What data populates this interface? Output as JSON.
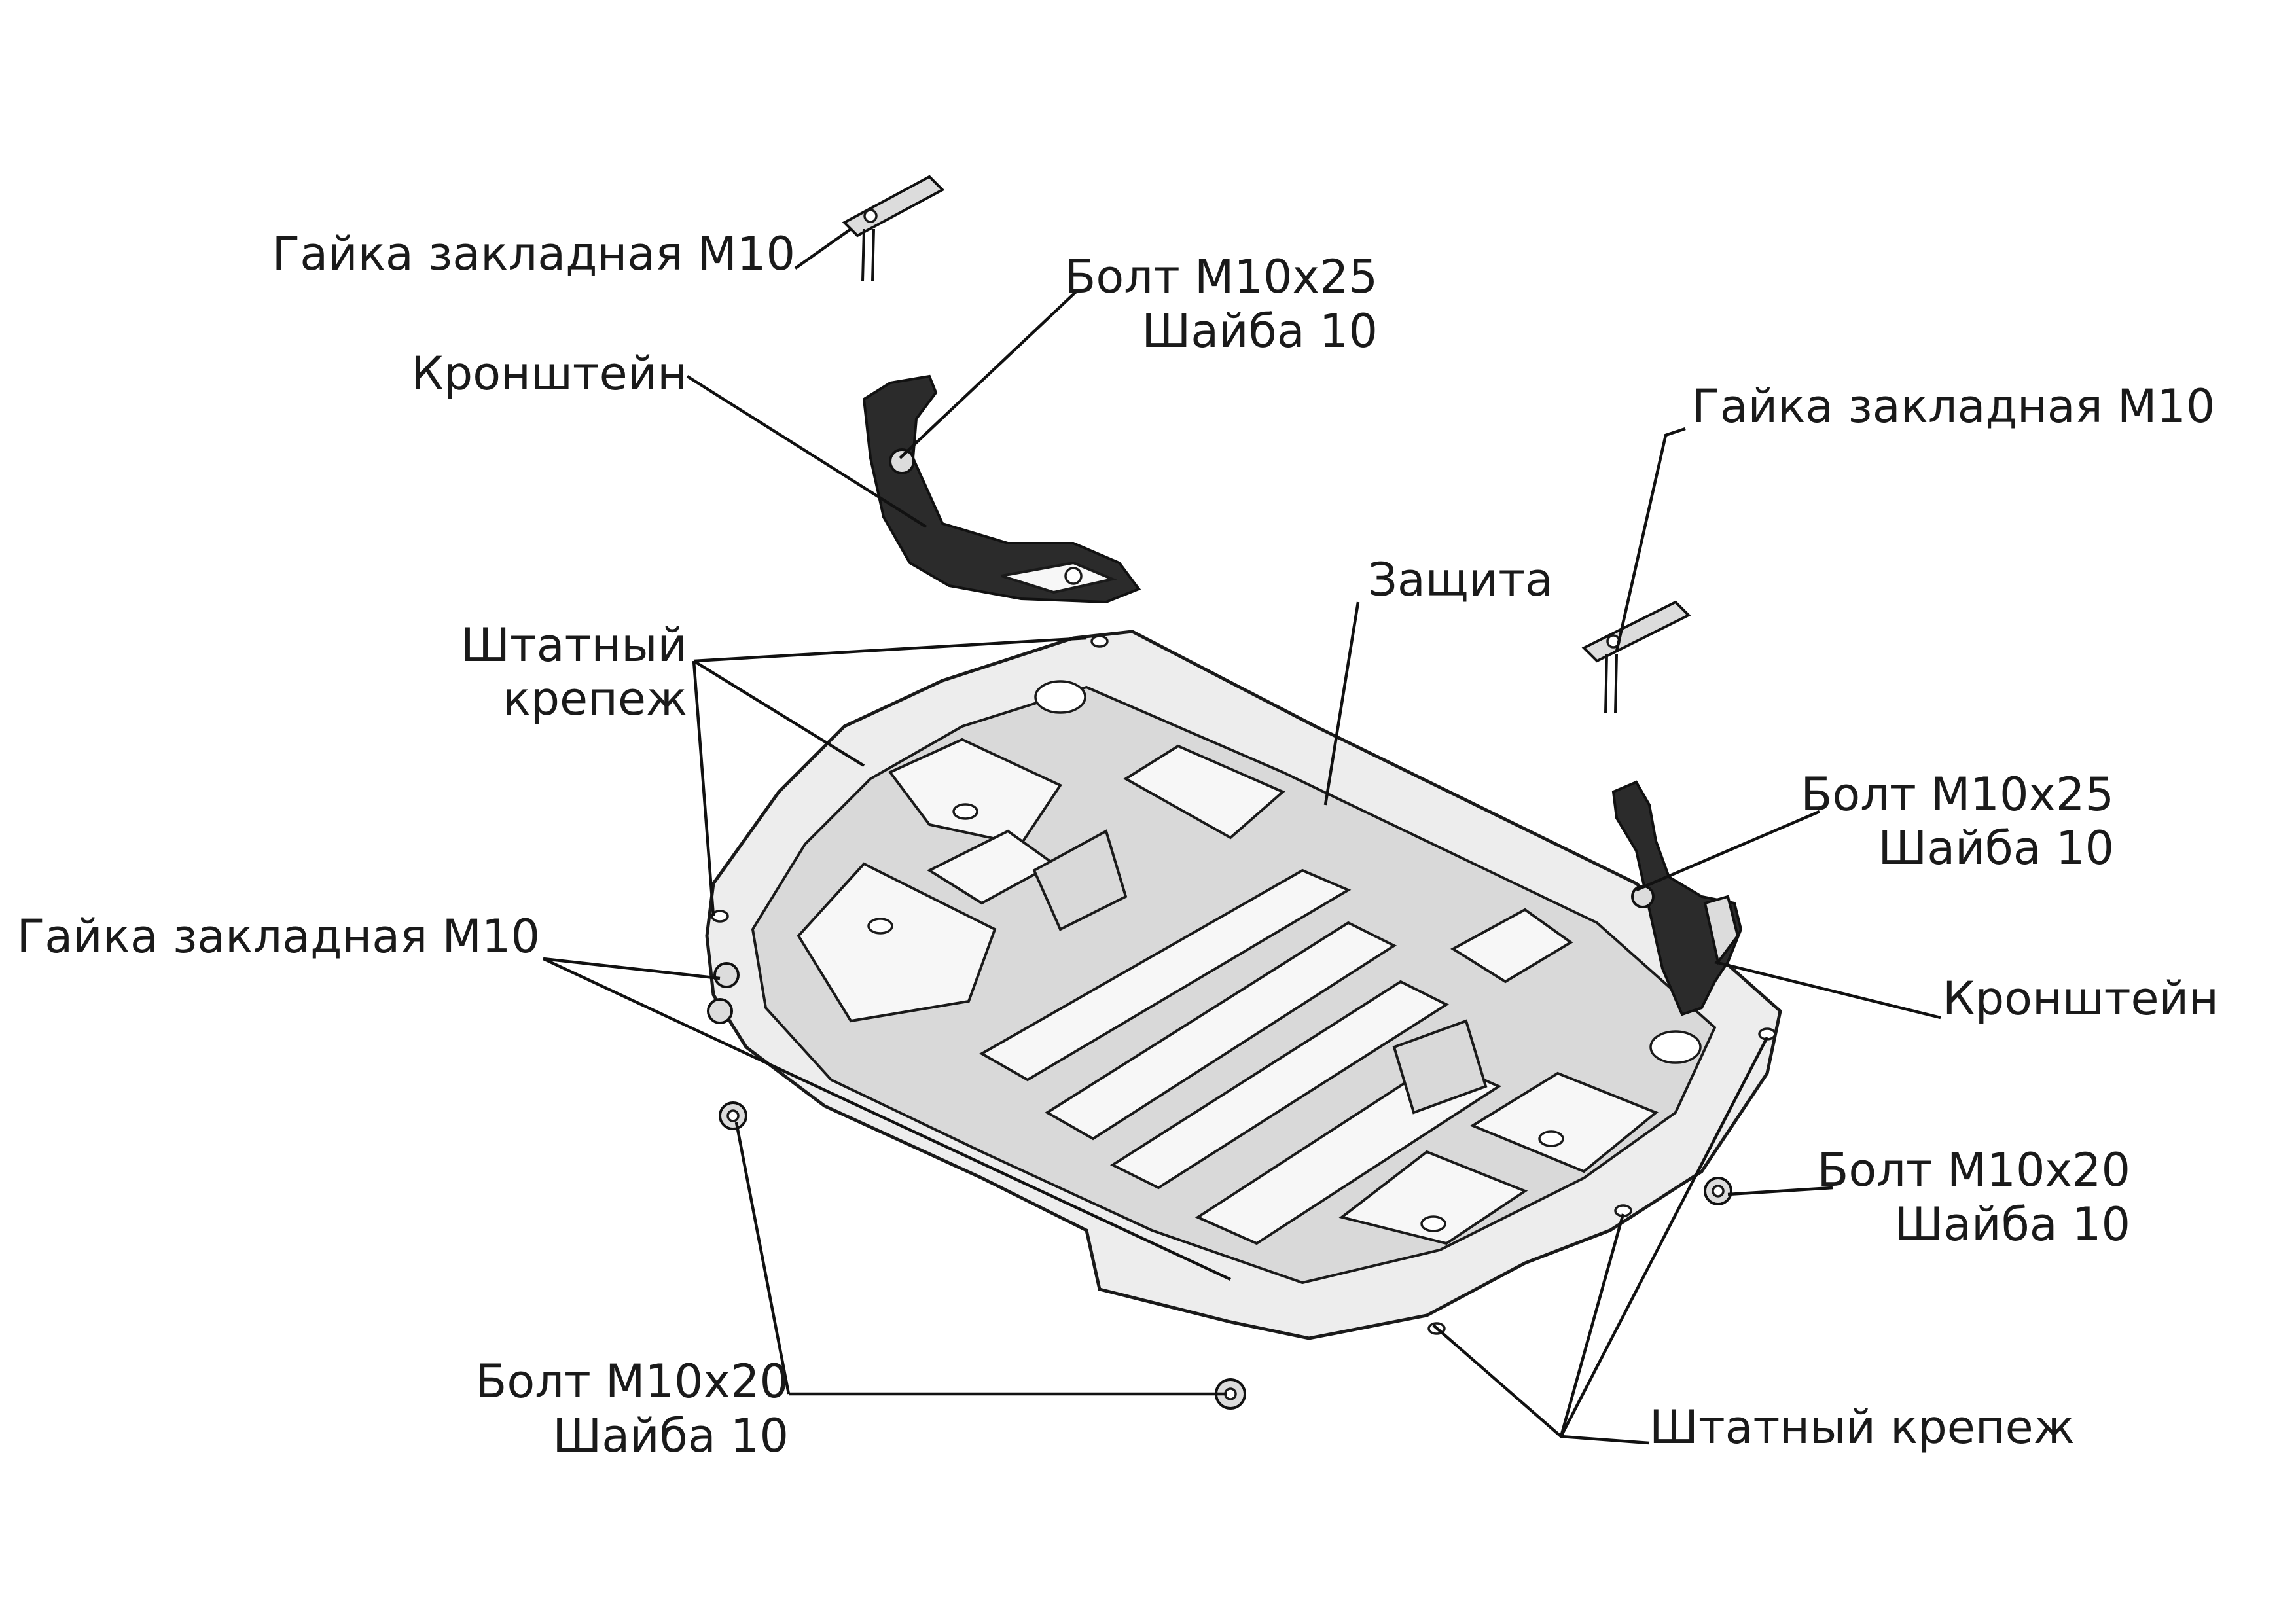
{
  "labels": {
    "nut_top": "Гайка закладная М10",
    "bolt_top_1": "Болт М10х25",
    "washer_top_1": "Шайба 10",
    "bracket_left": "Кронштейн",
    "nut_right": "Гайка закладная М10",
    "shield": "Защита",
    "std_fastener_1a": "Штатный",
    "std_fastener_1b": "крепеж",
    "nut_left": "Гайка закладная М10",
    "bolt_right_1": "Болт М10х25",
    "washer_right_1": "Шайба 10",
    "bracket_right": "Кронштейн",
    "bolt_right_2": "Болт М10х20",
    "washer_right_2": "Шайба 10",
    "bolt_bottom": "Болт М10х20",
    "washer_bottom": "Шайба 10",
    "std_fastener_2": "Штатный крепеж"
  },
  "colors": {
    "ink": "#1a1a1a",
    "metal": "#ededed",
    "bracket": "#2b2b2b"
  }
}
